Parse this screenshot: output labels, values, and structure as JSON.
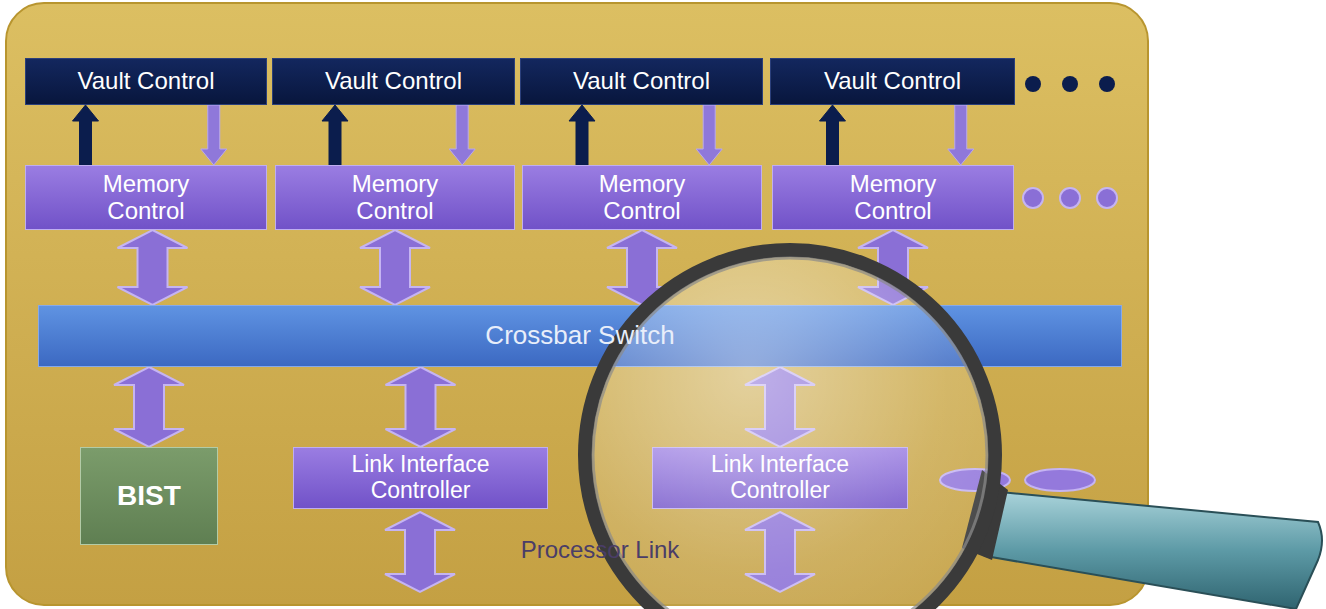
{
  "diagram": {
    "nodes": [
      {
        "text": [
          "Vault Control"
        ]
      },
      {
        "text": [
          "Vault Control"
        ]
      },
      {
        "text": [
          "Vault Control"
        ]
      },
      {
        "text": [
          "Vault Control"
        ]
      },
      {
        "text": [
          "Memory Control"
        ]
      },
      {
        "text": [
          "Memory Control"
        ]
      },
      {
        "text": [
          "Memory Control"
        ]
      },
      {
        "text": [
          "Memory Control"
        ]
      },
      {
        "text": [
          "Crossbar Switch"
        ]
      },
      {
        "text": [
          "BIST"
        ]
      },
      {
        "text": [
          "Link Interface Controller"
        ]
      },
      {
        "text": [
          "Link Interface Controller"
        ]
      }
    ],
    "edges": [
      {
        "from": 4,
        "to": 0,
        "arrow": "to"
      },
      {
        "from": 0,
        "to": 4,
        "arrow": "to"
      },
      {
        "from": 5,
        "to": 1,
        "arrow": "to"
      },
      {
        "from": 1,
        "to": 5,
        "arrow": "to"
      },
      {
        "from": 6,
        "to": 2,
        "arrow": "to"
      },
      {
        "from": 2,
        "to": 6,
        "arrow": "to"
      },
      {
        "from": 7,
        "to": 3,
        "arrow": "to"
      },
      {
        "from": 3,
        "to": 7,
        "arrow": "to"
      },
      {
        "from": 4,
        "to": 8,
        "arrow": "both"
      },
      {
        "from": 5,
        "to": 8,
        "arrow": "both"
      },
      {
        "from": 6,
        "to": 8,
        "arrow": "both"
      },
      {
        "from": 7,
        "to": 8,
        "arrow": "both"
      },
      {
        "from": 8,
        "to": 9,
        "arrow": "both"
      },
      {
        "from": 8,
        "to": 10,
        "arrow": "both"
      },
      {
        "from": 8,
        "to": 11,
        "arrow": "both"
      }
    ],
    "labels": [
      "Processor Link"
    ]
  }
}
